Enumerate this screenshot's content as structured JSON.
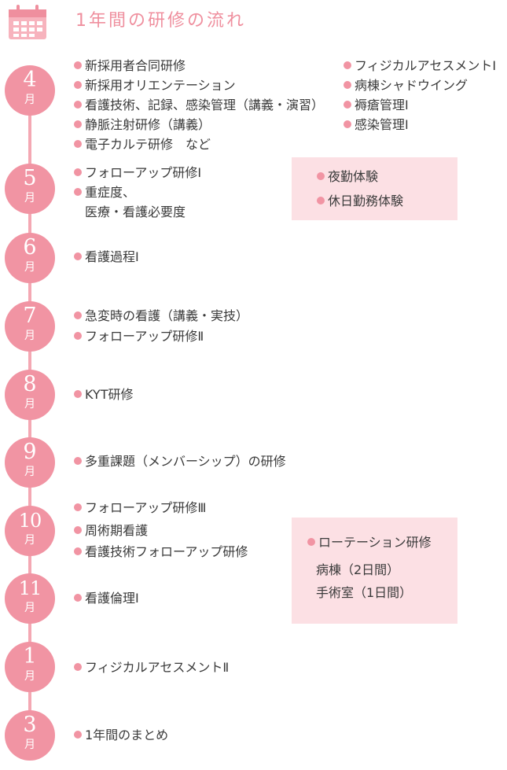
{
  "title": "1年間の研修の流れ",
  "months": [
    {
      "num": "4",
      "unit": "月"
    },
    {
      "num": "5",
      "unit": "月"
    },
    {
      "num": "6",
      "unit": "月"
    },
    {
      "num": "7",
      "unit": "月"
    },
    {
      "num": "8",
      "unit": "月"
    },
    {
      "num": "9",
      "unit": "月"
    },
    {
      "num": "10",
      "unit": "月"
    },
    {
      "num": "11",
      "unit": "月"
    },
    {
      "num": "1",
      "unit": "月"
    },
    {
      "num": "3",
      "unit": "月"
    }
  ],
  "april": {
    "left": [
      "新採用者合同研修",
      "新採用オリエンテーション",
      "看護技術、記録、感染管理（講義・演習）",
      "静脈注射研修（講義）",
      "電子カルテ研修　など"
    ],
    "right": [
      "フィジカルアセスメントⅠ",
      "病棟シャドウイング",
      "褥瘡管理Ⅰ",
      "感染管理Ⅰ"
    ]
  },
  "may": {
    "items": [
      "フォローアップ研修Ⅰ",
      "重症度、"
    ],
    "continuation": "医療・看護必要度",
    "box": [
      "夜勤体験",
      "休日勤務体験"
    ]
  },
  "june": [
    "看護過程Ⅰ"
  ],
  "july": [
    "急変時の看護（講義・実技）",
    "フォローアップ研修Ⅱ"
  ],
  "august": [
    "KYT研修"
  ],
  "september": [
    "多重課題（メンバーシップ）の研修"
  ],
  "october": [
    "フォローアップ研修Ⅲ",
    "周術期看護",
    "看護技術フォローアップ研修"
  ],
  "october_box": {
    "heading": "ローテーション研修",
    "lines": [
      "病棟（2日間）",
      "手術室（1日間）"
    ]
  },
  "november": [
    "看護倫理Ⅰ"
  ],
  "january": [
    "フィジカルアセスメントⅡ"
  ],
  "march": [
    "1年間のまとめ"
  ]
}
